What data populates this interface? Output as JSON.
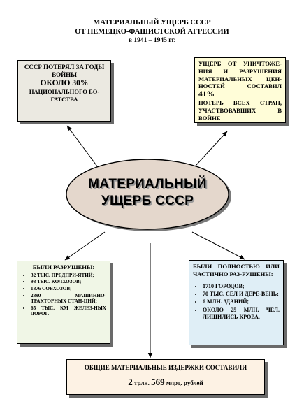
{
  "title": {
    "line1": "МАТЕРИАЛЬНЫЙ УЩЕРБ СССР",
    "line2": "ОТ НЕМЕЦКО-ФАШИСТСКОЙ АГРЕССИИ",
    "line3": "в 1941 – 1945 гг."
  },
  "center": {
    "line1": "МАТЕРИАЛЬНЫЙ",
    "line2": "УЩЕРБ СССР"
  },
  "top_left": {
    "head": "СССР ПОТЕРЯЛ ЗА ГОДЫ ВОЙНЫ",
    "big": "ОКОЛО 30%",
    "tail": "НАЦИОНАЛЬНОГО БО-ГАТСТВА"
  },
  "top_right": {
    "head": "УЩЕРБ ОТ УНИЧТОЖЕ-НИЯ И РАЗРУШЕНИЯ МАТЕРИАЛЬНЫХ ЦЕН-НОСТЕЙ СОСТАВИЛ",
    "big": "41%",
    "tail": "ПОТЕРЬ ВСЕХ СТРАН, УЧАСТВОВАВШИХ В ВОЙНЕ"
  },
  "bottom_left": {
    "head": "БЫЛИ РАЗРУШЕНЫ:",
    "items": [
      "32 ТЫС. ПРЕДПРИ-ЯТИЙ;",
      "98 ТЫС. КОЛХОЗОВ;",
      "1876 СОВХОЗОВ;",
      "2890 МАШИННО-ТРАКТОРНЫХ СТАН-ЦИЙ;",
      "65 ТЫС. КМ ЖЕЛЕЗ-НЫХ ДОРОГ."
    ]
  },
  "bottom_right": {
    "head": "БЫЛИ ПОЛНОСТЬЮ ИЛИ ЧАСТИЧНО РАЗ-РУШЕНЫ:",
    "items": [
      "1710 ГОРОДОВ;",
      "70 ТЫС. СЕЛ И ДЕРЕ-ВЕНЬ;",
      "6 МЛН. ЗДАНИЙ;",
      "ОКОЛО 25 МЛН. ЧЕЛ. ЛИШИЛИСЬ КРОВА."
    ]
  },
  "bottom": {
    "line1": "ОБЩИЕ МАТЕРИАЛЬНЫЕ ИЗДЕРЖКИ СОСТАВИЛИ",
    "num1": "2",
    "unit1": "трлн.",
    "num2": "569",
    "unit2": "млрд. рублей"
  },
  "colors": {
    "ellipse_fill": "#e4d7cc",
    "top_left_fill": "#ebe9e1",
    "top_right_fill": "#fffdd8",
    "bottom_left_fill": "#f0f6e6",
    "bottom_right_fill": "#dfeef6",
    "bottom_fill": "#fdf2e4",
    "shadow": "#6a6a6a"
  }
}
